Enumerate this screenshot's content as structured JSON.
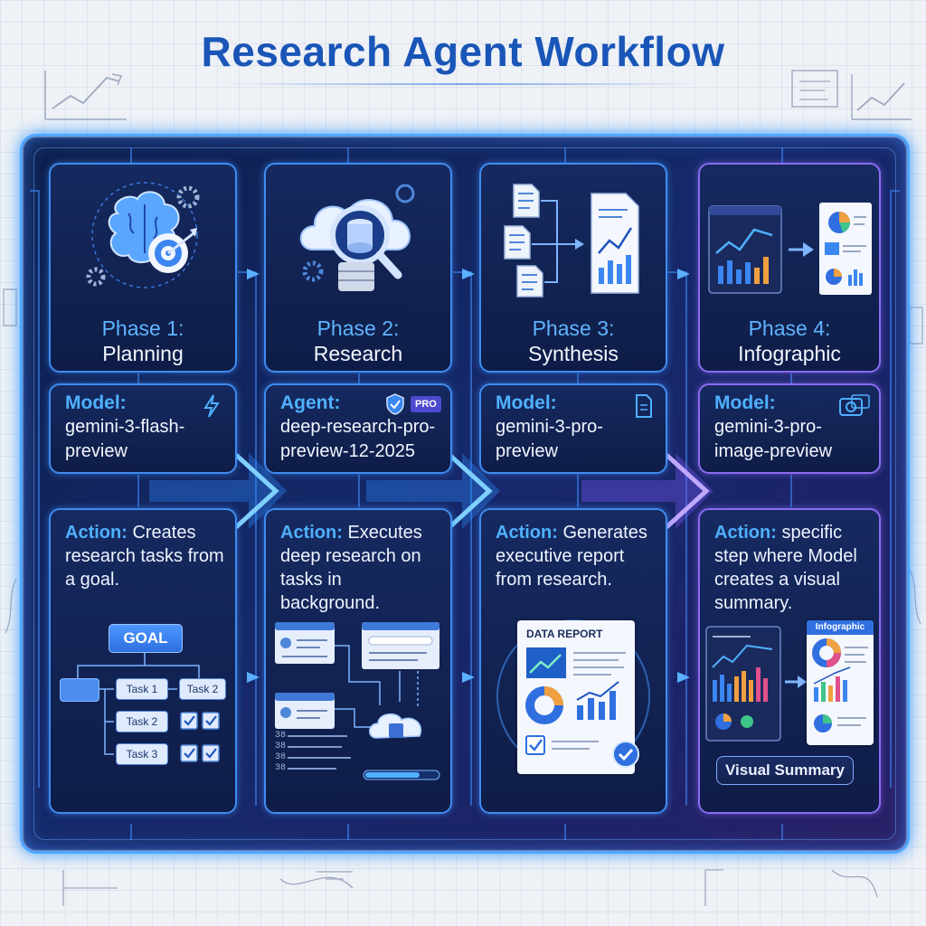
{
  "title": "Research Agent Workflow",
  "phases": [
    {
      "phase": "Phase 1:",
      "name": "Planning",
      "model_key": "Model:",
      "model_value": "gemini-3-flash-\npreview",
      "action_key": "Action:",
      "action_text": "Creates research tasks from a goal.",
      "icon": "brain-target-icon",
      "illustration": {
        "goal": "GOAL",
        "tasks": [
          "Task 1",
          "Task 2",
          "Task 3"
        ],
        "task_next": "Task 2"
      }
    },
    {
      "phase": "Phase 2:",
      "name": "Research",
      "model_key": "Agent:",
      "model_value": "deep-research-pro-\npreview-12-2025",
      "badge": "PRO",
      "action_key": "Action:",
      "action_text": "Executes deep research on tasks in background.",
      "icon": "cloud-search-database-icon",
      "illustration": {
        "lines": [
          "38",
          "38",
          "38",
          "38"
        ]
      }
    },
    {
      "phase": "Phase 3:",
      "name": "Synthesis",
      "model_key": "Model:",
      "model_value": "gemini-3-pro-\npreview",
      "action_key": "Action:",
      "action_text": "Generates executive report from research.",
      "icon": "documents-merge-icon",
      "illustration": {
        "report_title": "DATA REPORT"
      }
    },
    {
      "phase": "Phase 4:",
      "name": "Infographic",
      "model_key": "Model:",
      "model_value": "gemini-3-pro-\nimage-preview",
      "action_key": "Action:",
      "action_text": "specific step where Model creates a visual summary.",
      "icon": "dashboard-to-infographic-icon",
      "illustration": {
        "infographic_label": "Infographic",
        "caption": "Visual Summary"
      }
    }
  ],
  "colors": {
    "accent": "#4fb0ff",
    "title": "#1a56b8",
    "board": "#0d1f4c",
    "purple": "#8a6cf0"
  }
}
